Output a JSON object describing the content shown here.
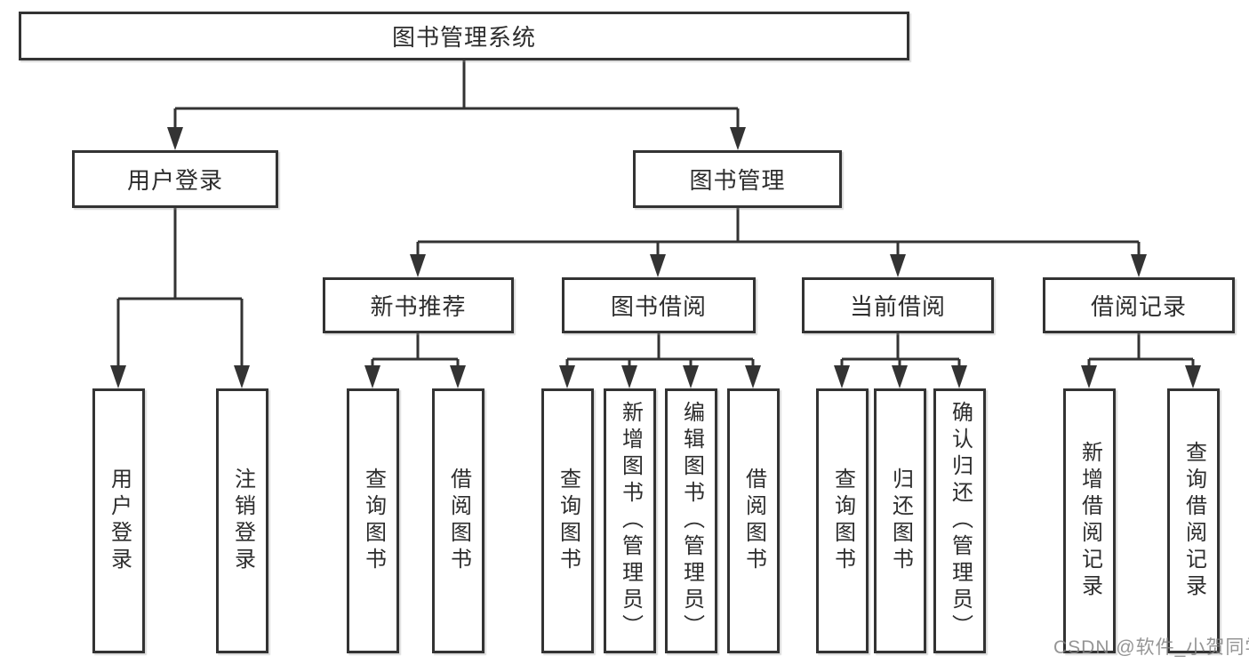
{
  "tree": {
    "root": {
      "label": "图书管理系统",
      "children": [
        {
          "label": "用户登录",
          "children": [
            {
              "label": "用户登录"
            },
            {
              "label": "注销登录"
            }
          ]
        },
        {
          "label": "图书管理",
          "children": [
            {
              "label": "新书推荐",
              "children": [
                {
                  "label": "查询图书"
                },
                {
                  "label": "借阅图书"
                }
              ]
            },
            {
              "label": "图书借阅",
              "children": [
                {
                  "label": "查询图书"
                },
                {
                  "label": "新增图书（管理员）"
                },
                {
                  "label": "编辑图书（管理员）"
                },
                {
                  "label": "借阅图书"
                }
              ]
            },
            {
              "label": "当前借阅",
              "children": [
                {
                  "label": "查询图书"
                },
                {
                  "label": "归还图书"
                },
                {
                  "label": "确认归还（管理员）"
                }
              ]
            },
            {
              "label": "借阅记录",
              "children": [
                {
                  "label": "新增借阅记录"
                },
                {
                  "label": "查询借阅记录"
                }
              ]
            }
          ]
        }
      ]
    }
  },
  "watermark": {
    "text": "CSDN @软件_小贺同学"
  },
  "colors": {
    "line": "#333333",
    "box_border": "#333333",
    "text": "#2d2d2d",
    "background": "#ffffff",
    "watermark": "#828282"
  }
}
